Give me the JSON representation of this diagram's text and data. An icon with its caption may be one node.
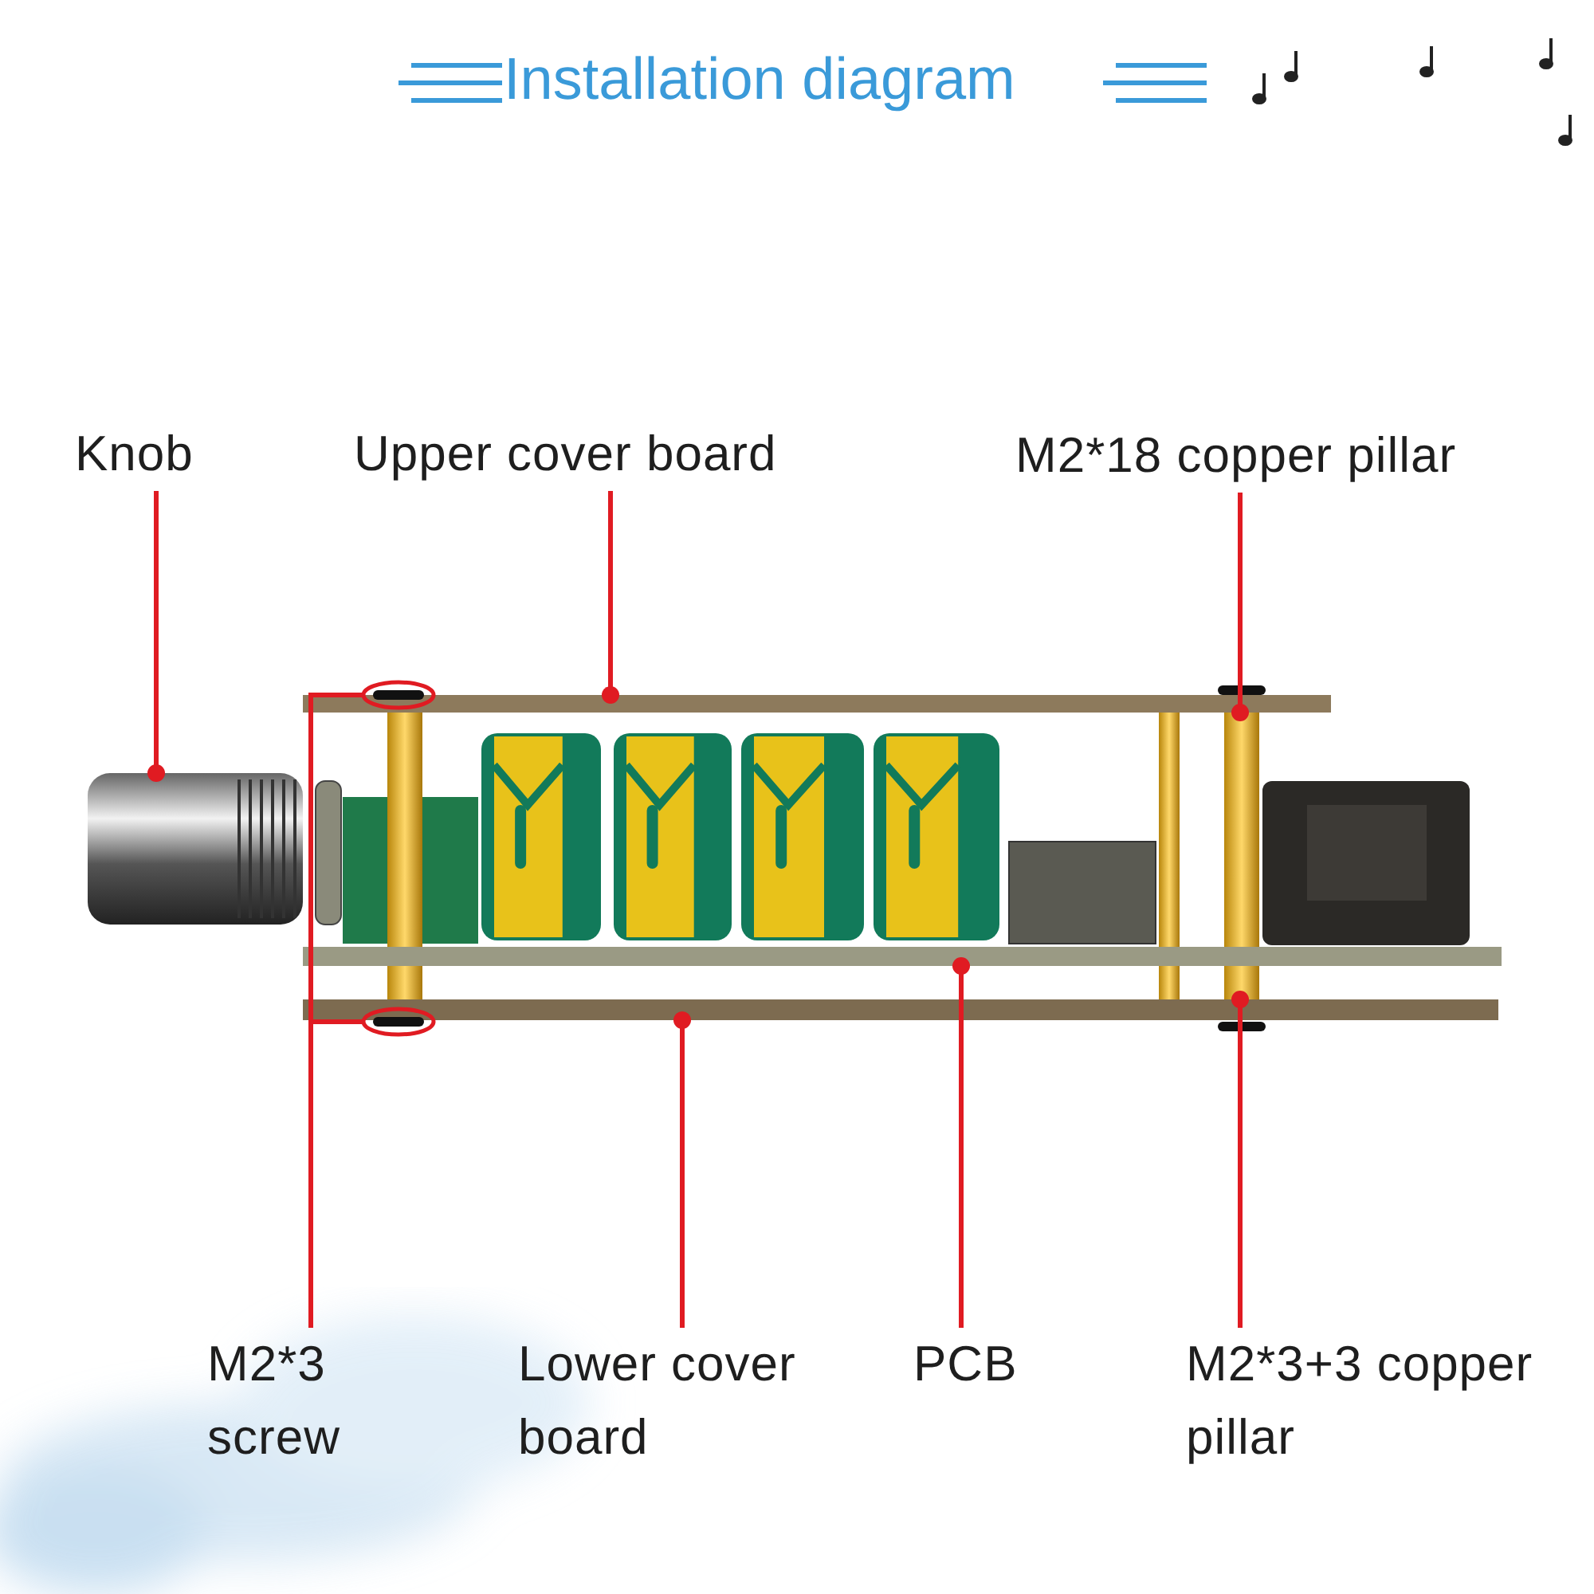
{
  "diagram": {
    "title": "Installation diagram",
    "nodes": [
      {
        "text": [
          "Knob"
        ]
      },
      {
        "text": [
          "Upper cover board"
        ]
      },
      {
        "text": [
          "M2*18 copper pillar"
        ]
      },
      {
        "text": [
          "M2*3 screw"
        ]
      },
      {
        "text": [
          "Lower cover board"
        ]
      },
      {
        "text": [
          "PCB"
        ]
      },
      {
        "text": [
          "M2*3+3 copper pillar"
        ]
      },
      {
        "text": [],
        "shape": "picture"
      },
      {
        "text": [],
        "shape": "bar"
      },
      {
        "text": [],
        "shape": "bar"
      },
      {
        "text": [],
        "shape": "circle"
      },
      {
        "text": [],
        "shape": "circle"
      },
      {
        "text": [],
        "shape": "bar"
      },
      {
        "text": [],
        "shape": "bar"
      },
      {
        "text": [],
        "shape": "bar"
      }
    ],
    "edges": [
      {
        "from": 0,
        "to": 7,
        "arrow": "other"
      },
      {
        "from": 1,
        "to": 8,
        "arrow": "other"
      },
      {
        "from": 2,
        "to": 9,
        "arrow": "other"
      },
      {
        "from": 3,
        "to": 10,
        "arrow": "none"
      },
      {
        "from": 3,
        "to": 11,
        "arrow": "none"
      },
      {
        "from": 4,
        "to": 12,
        "arrow": "other"
      },
      {
        "from": 5,
        "to": 13,
        "arrow": "other"
      },
      {
        "from": 6,
        "to": 14,
        "arrow": "other"
      }
    ]
  }
}
